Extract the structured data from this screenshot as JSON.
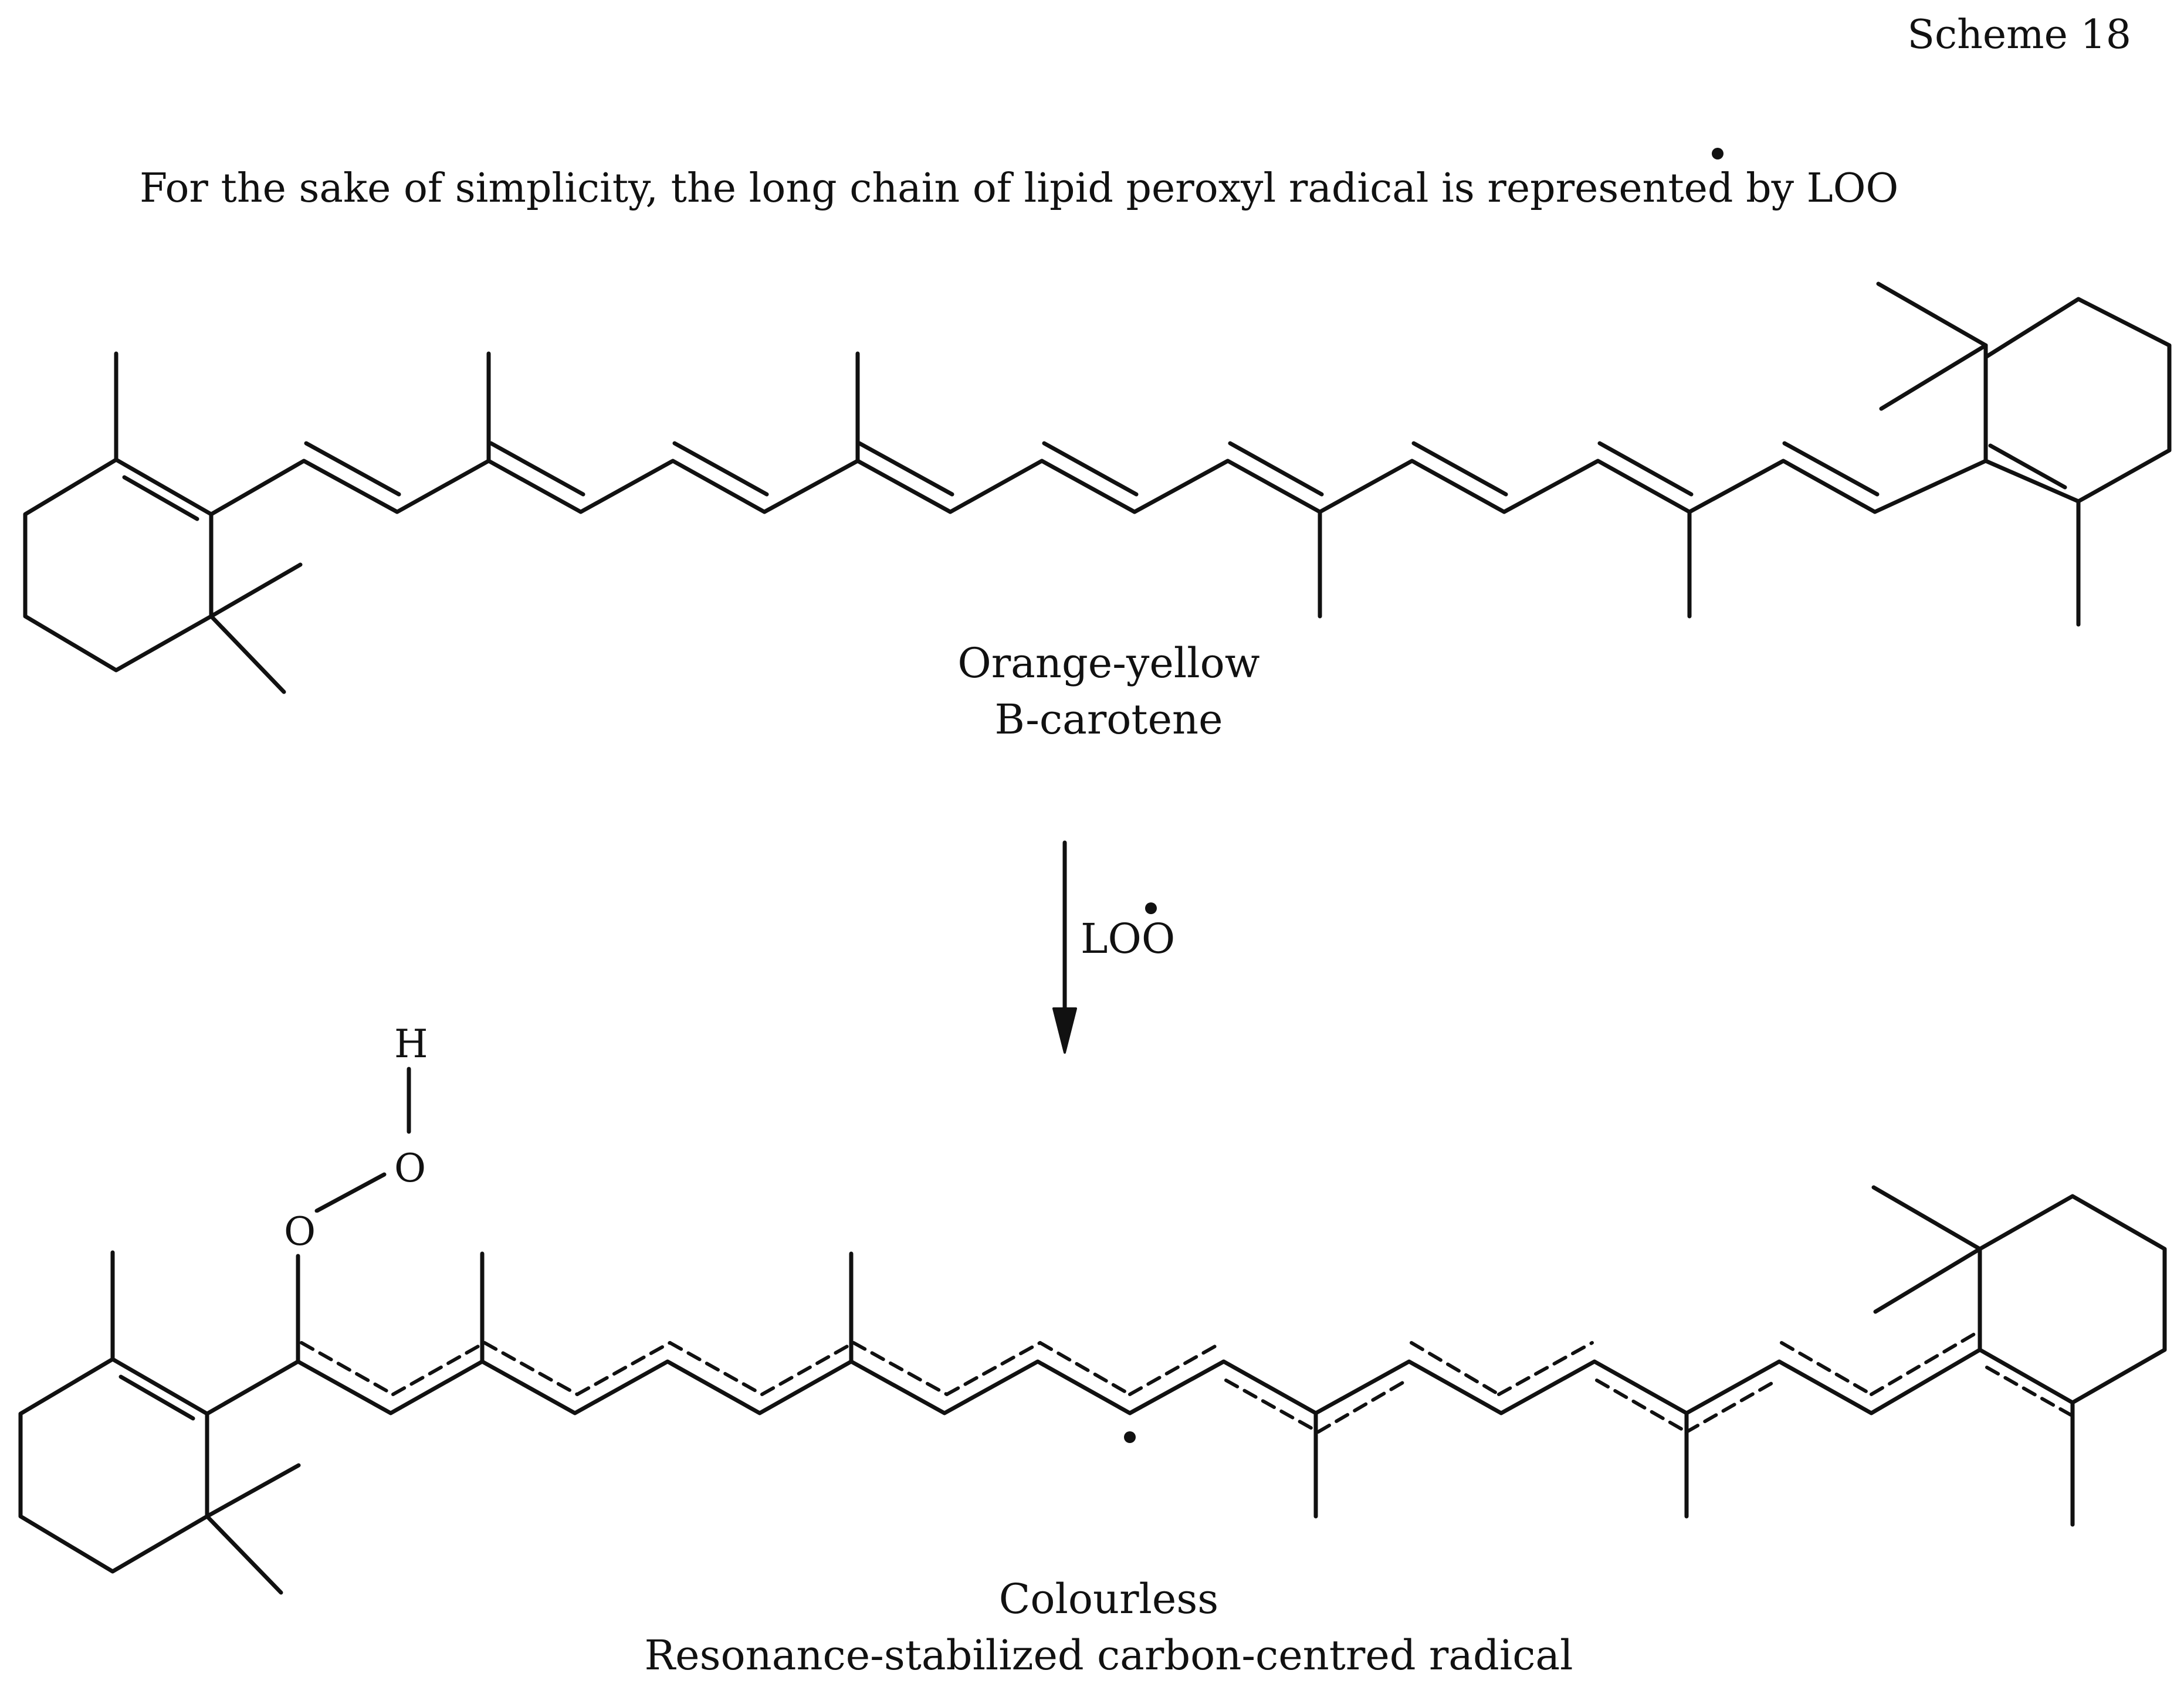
{
  "scheme_label": "Scheme 18",
  "intro": "For the sake of simplicity, the long chain of lipid peroxyl radical is represented by LOO",
  "reactant": {
    "color_label": "Orange-yellow",
    "name": "B-carotene"
  },
  "reagent": "LOO",
  "product": {
    "color_label": "Colourless",
    "name": "Resonance-stabilized carbon-centred radical",
    "atoms": {
      "h": "H",
      "o1": "O",
      "o2": "O"
    }
  }
}
